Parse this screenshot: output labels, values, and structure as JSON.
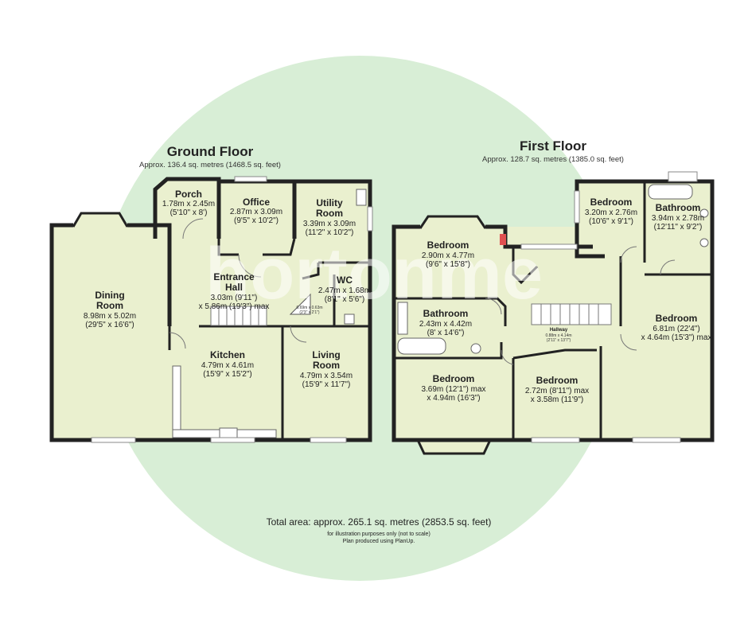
{
  "ground_floor": {
    "title": "Ground Floor",
    "area": "Approx. 136.4 sq. metres (1468.5 sq. feet)",
    "rooms": {
      "porch": {
        "name": "Porch",
        "dim1": "1.78m x 2.45m",
        "dim2": "(5'10\" x 8')"
      },
      "office": {
        "name": "Office",
        "dim1": "2.87m x 3.09m",
        "dim2": "(9'5\" x 10'2\")"
      },
      "utility": {
        "name1": "Utility",
        "name2": "Room",
        "dim1": "3.39m x 3.09m",
        "dim2": "(11'2\" x 10'2\")"
      },
      "dining": {
        "name1": "Dining",
        "name2": "Room",
        "dim1": "8.98m x 5.02m",
        "dim2": "(29'5\" x 16'6\")"
      },
      "hall": {
        "name1": "Entrance",
        "name2": "Hall",
        "dim1": "3.03m (9'11\")",
        "dim2": "x 5.86m (19'3\") max"
      },
      "wc": {
        "name": "WC",
        "dim1": "2.47m x 1.68m",
        "dim2": "(8'1\" x 5'6\")"
      },
      "cupboard": {
        "dim1": "0.69m x 0.63m",
        "dim2": "(2'3\" x 2'1\")"
      },
      "kitchen": {
        "name": "Kitchen",
        "dim1": "4.79m x 4.61m",
        "dim2": "(15'9\" x 15'2\")"
      },
      "living": {
        "name1": "Living",
        "name2": "Room",
        "dim1": "4.79m x 3.54m",
        "dim2": "(15'9\" x 11'7\")"
      }
    }
  },
  "first_floor": {
    "title": "First Floor",
    "area": "Approx. 128.7 sq. metres (1385.0 sq. feet)",
    "rooms": {
      "bed_a": {
        "name": "Bedroom",
        "dim1": "2.90m x 4.77m",
        "dim2": "(9'6\" x 15'8\")"
      },
      "bed_b": {
        "name": "Bedroom",
        "dim1": "3.20m x 2.76m",
        "dim2": "(10'6\" x 9'1\")"
      },
      "bath_a": {
        "name": "Bathroom",
        "dim1": "3.94m x 2.78m",
        "dim2": "(12'11\" x 9'2\")"
      },
      "bath_b": {
        "name": "Bathroom",
        "dim1": "2.43m x 4.42m",
        "dim2": "(8' x 14'6\")"
      },
      "hallway": {
        "name": "Hallway",
        "dim1": "0.88m x 4.14m",
        "dim2": "(2'11\" x 13'7\")"
      },
      "bed_c": {
        "name": "Bedroom",
        "dim1": "6.81m (22'4\")",
        "dim2": "x 4.64m (15'3\") max"
      },
      "bed_d": {
        "name": "Bedroom",
        "dim1": "3.69m (12'1\") max",
        "dim2": "x 4.94m (16'3\")"
      },
      "bed_e": {
        "name": "Bedroom",
        "dim1": "2.72m (8'11\") max",
        "dim2": "x 3.58m (11'9\")"
      }
    }
  },
  "footer": {
    "total": "Total area: approx. 265.1 sq. metres (2853.5 sq. feet)",
    "disclaimer": "for illustration purposes only (not to scale)",
    "credit": "Plan produced using PlanUp."
  },
  "watermark": {
    "text": "hortonme",
    "color": "#ffffff"
  },
  "colors": {
    "room_fill": "#eaf0cf",
    "wall": "#222222",
    "background_circle": "#d6edd4"
  }
}
